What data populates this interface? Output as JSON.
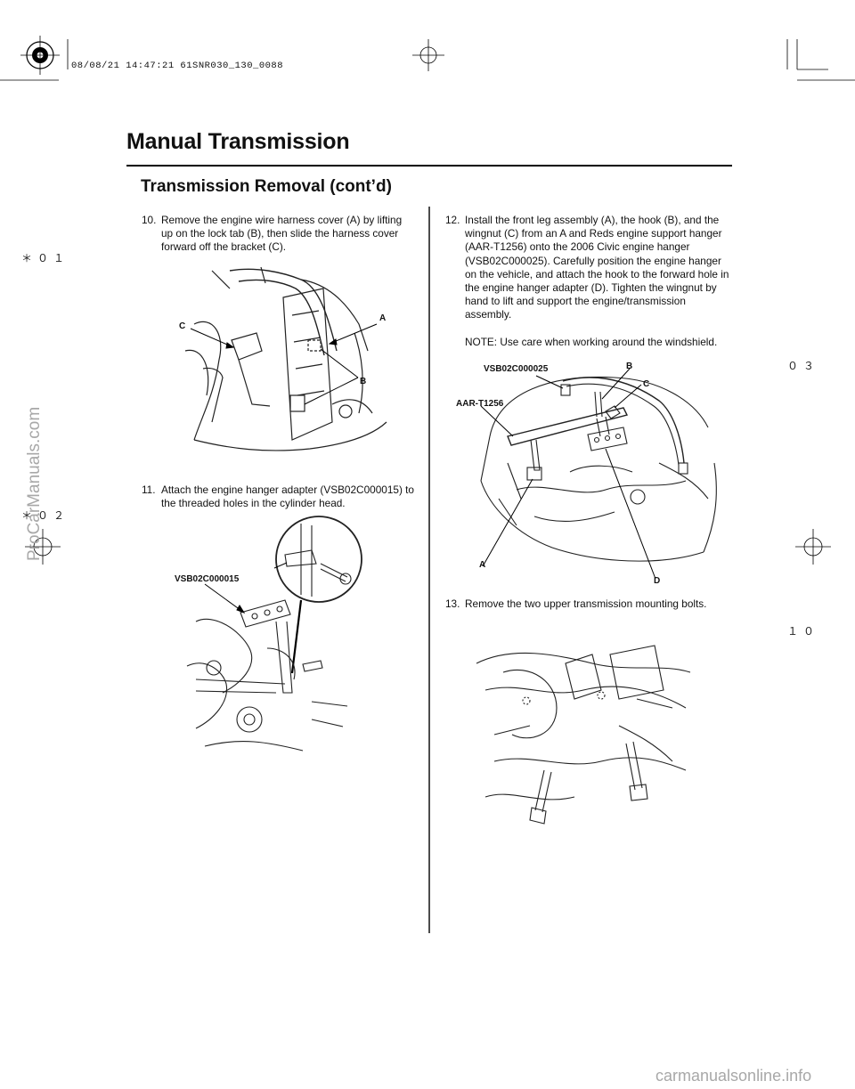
{
  "stamp": "08/08/21 14:47:21 61SNR030_130_0088",
  "header": {
    "title": "Manual Transmission",
    "subtitle": "Transmission Removal (cont’d)"
  },
  "steps": [
    {
      "num": "10.",
      "text": "Remove the engine wire harness cover (A) by lifting up on the lock tab (B), then slide the harness cover forward off the bracket (C).",
      "labels": [
        "A",
        "B",
        "C"
      ]
    },
    {
      "num": "11.",
      "text": "Attach the engine hanger adapter (VSB02C000015) to the threaded holes in the cylinder head.",
      "labels": [
        "VSB02C000015"
      ]
    },
    {
      "num": "12.",
      "text": "Install the front leg assembly (A), the hook (B), and the wingnut (C) from an A and Reds engine support hanger (AAR-T1256) onto the 2006 Civic engine hanger (VSB02C000025). Carefully position the engine hanger on the vehicle, and attach the hook to the forward hole in the engine hanger adapter (D). Tighten the wingnut by hand to lift and support the engine/transmission assembly.",
      "note": "NOTE: Use care when working around the windshield.",
      "labels": [
        "VSB02C000025",
        "B",
        "C",
        "AAR-T1256",
        "A",
        "D"
      ]
    },
    {
      "num": "13.",
      "text": "Remove the two upper transmission mounting bolts."
    }
  ],
  "margin_marks": {
    "m01": "＊０１",
    "m02": "＊０２",
    "m03": "０３",
    "m10": "１０"
  },
  "watermarks": {
    "left": "ProCarManuals.com",
    "bottom": "carmanualsonline.info"
  }
}
